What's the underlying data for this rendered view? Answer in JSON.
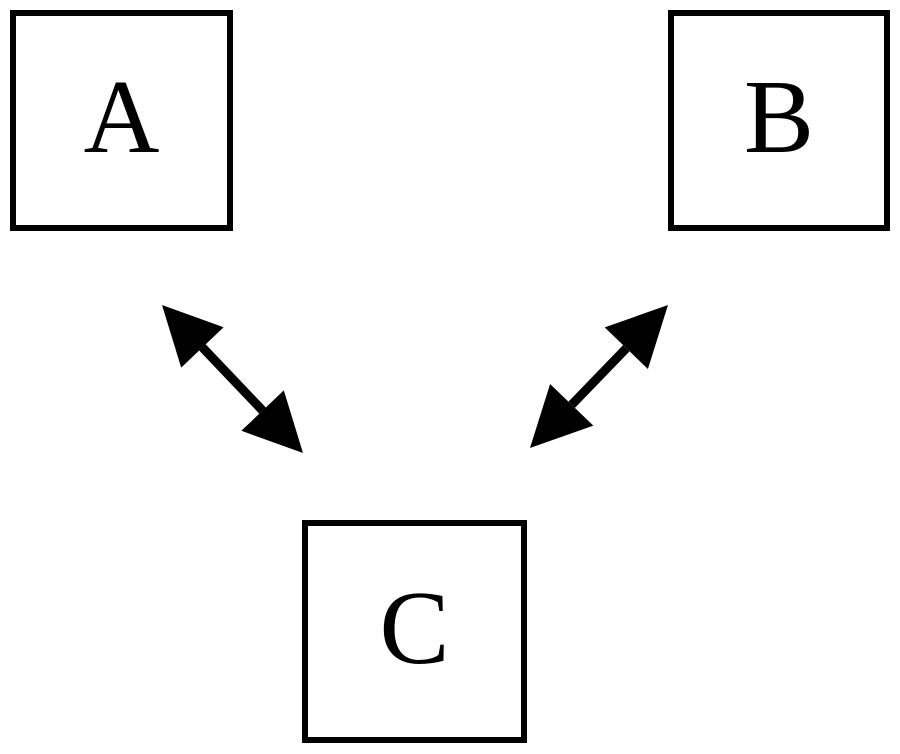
{
  "diagram": {
    "title": "",
    "nodes": [
      {
        "id": "A",
        "label": "A",
        "position": "top-left"
      },
      {
        "id": "B",
        "label": "B",
        "position": "top-right"
      },
      {
        "id": "C",
        "label": "C",
        "position": "bottom-center"
      }
    ],
    "edges": [
      {
        "from": "A",
        "to": "C",
        "bidirectional": true,
        "style": "solid"
      },
      {
        "from": "B",
        "to": "C",
        "bidirectional": true,
        "style": "solid"
      }
    ],
    "colors": {
      "stroke": "#000000",
      "fill": "#ffffff",
      "background": "#ffffff"
    }
  }
}
